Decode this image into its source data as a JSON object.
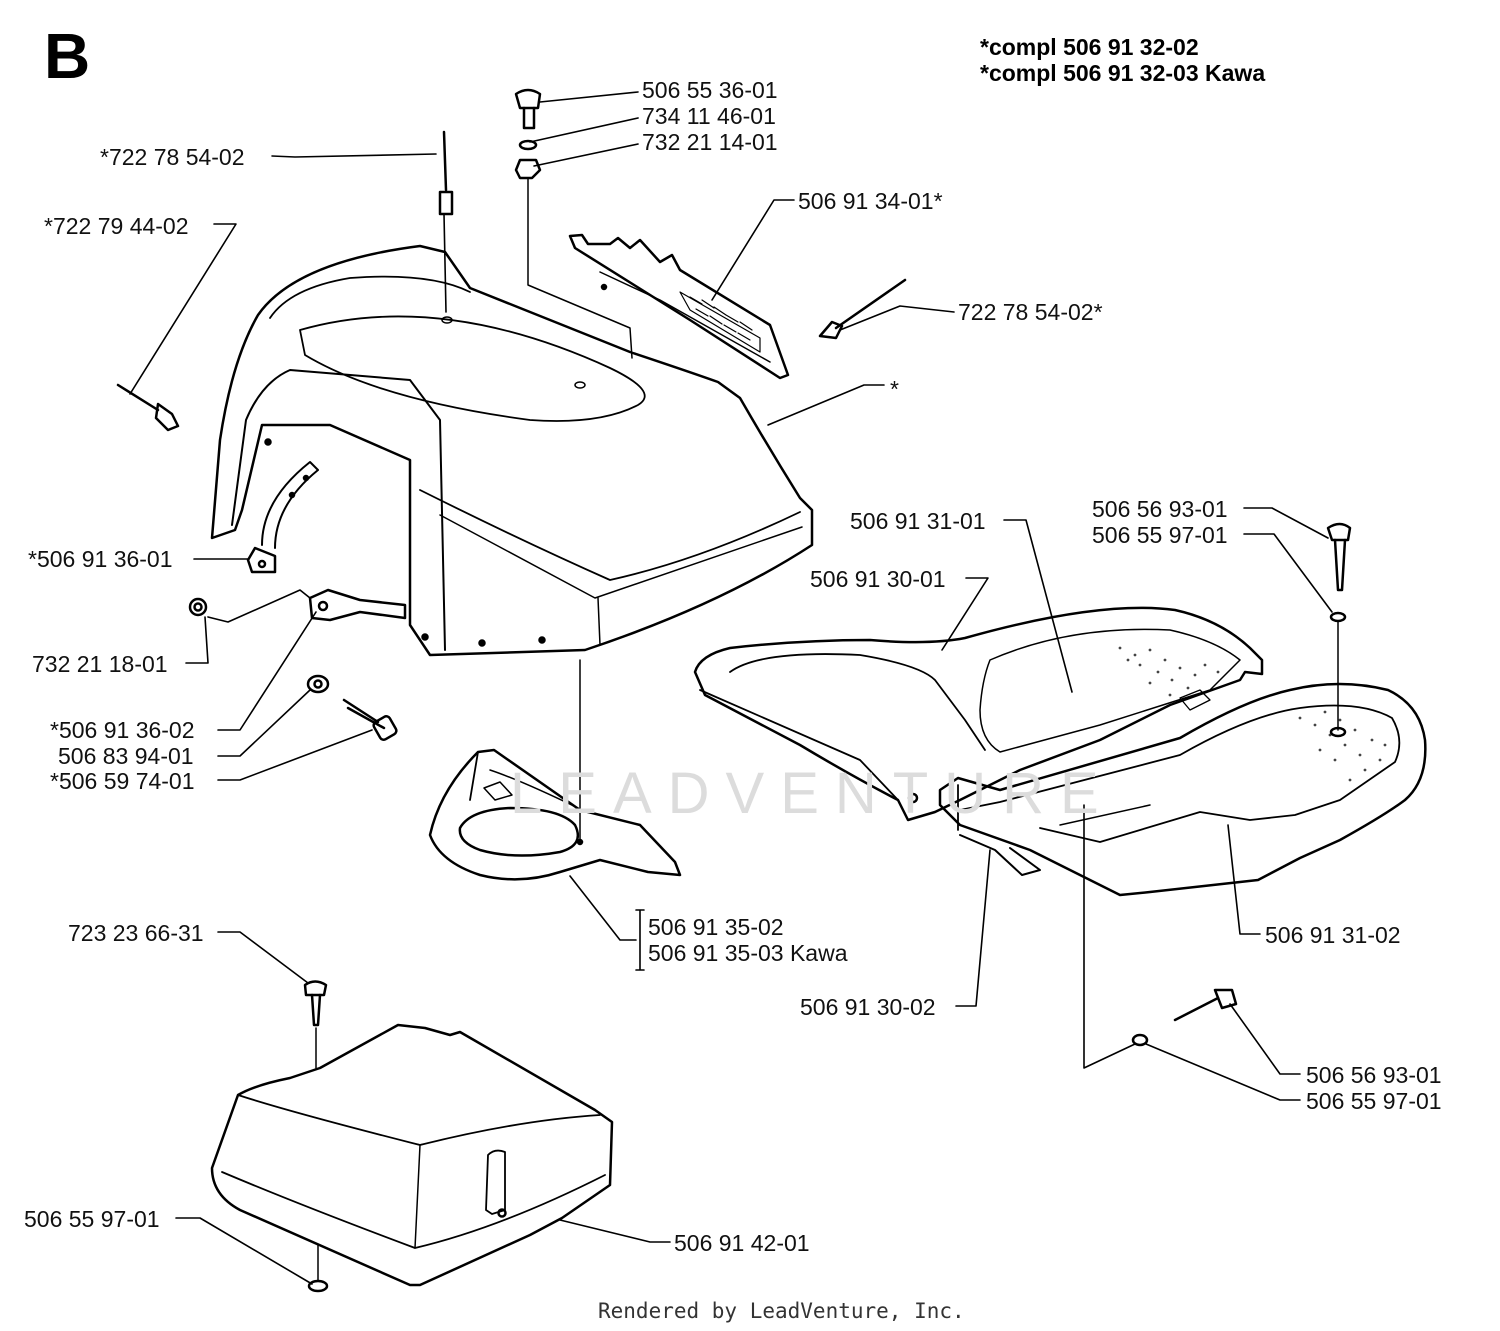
{
  "diagram": {
    "section_letter": "B",
    "assembly_notes": [
      "*compl 506 91 32-02",
      "*compl 506 91 32-03 Kawa"
    ],
    "watermark": "LEADVENTURE",
    "footer": "Rendered by LeadVenture, Inc.",
    "callouts": [
      "506 55 36-01",
      "734 11 46-01",
      "732 21 14-01",
      "*722 78 54-02",
      "*722 79 44-02",
      "506 91 34-01*",
      "722 78 54-02*",
      "*",
      "*506 91 36-01",
      "732 21 18-01",
      "*506 91 36-02",
      "506 83 94-01",
      "*506 59 74-01",
      "506 91 31-01",
      "506 91 30-01",
      "506 56 93-01",
      "506 55 97-01",
      "506 91 35-02",
      "506 91 35-03 Kawa",
      "506 91 30-02",
      "506 91 31-02",
      "723 23 66-31",
      "506 56 93-01",
      "506 55 97-01",
      "506 55 97-01",
      "506 91 42-01"
    ]
  }
}
